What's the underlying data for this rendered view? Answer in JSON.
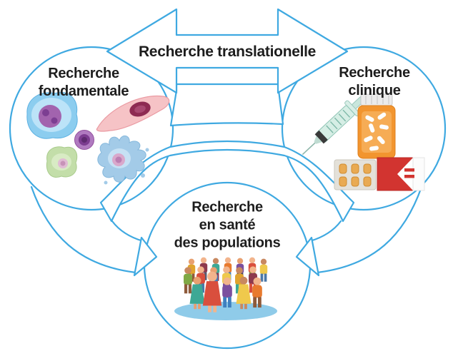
{
  "diagram": {
    "center_arrow": {
      "label": "Recherche translationelle"
    },
    "nodes": {
      "fundamental": {
        "lines": [
          "Recherche",
          "fondamentale"
        ]
      },
      "clinical": {
        "lines": [
          "Recherche",
          "clinique"
        ]
      },
      "population": {
        "lines": [
          "Recherche",
          "en santé",
          "des populations"
        ]
      }
    },
    "colors": {
      "outline": "#3FA9E1",
      "text": "#1D1D1D",
      "background": "#FFFFFF"
    },
    "icons": {
      "fundamental": [
        "blue-cell",
        "purple-cell",
        "fibroblast-cell",
        "green-cell",
        "macrophage-cell"
      ],
      "clinical": [
        "syringe",
        "pill-bottle",
        "blister-pack"
      ],
      "population": [
        "crowd-of-people"
      ]
    }
  }
}
